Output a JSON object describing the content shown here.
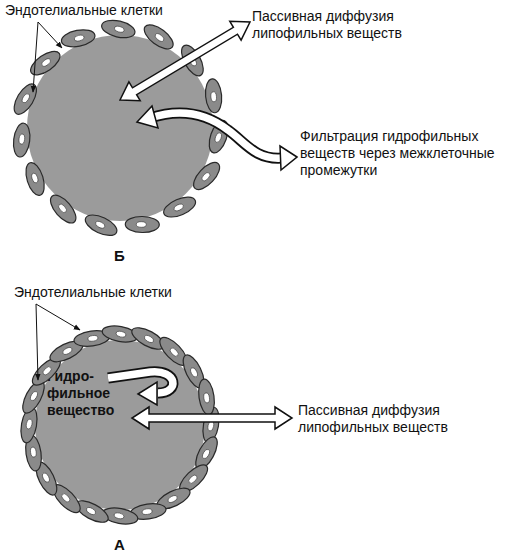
{
  "diagram": {
    "nodes": [
      {
        "text": [
          "Гидро- фильное вещество"
        ]
      }
    ],
    "labels": [
      "Эндотелиальные клетки",
      "Пассивная диффузия липофильных веществ",
      "Фильтрация гидрофильных веществ через межклеточные промежутки",
      "Б",
      "Эндотелиальные клетки",
      "Пассивная диффузия липофильных веществ",
      "А"
    ]
  }
}
